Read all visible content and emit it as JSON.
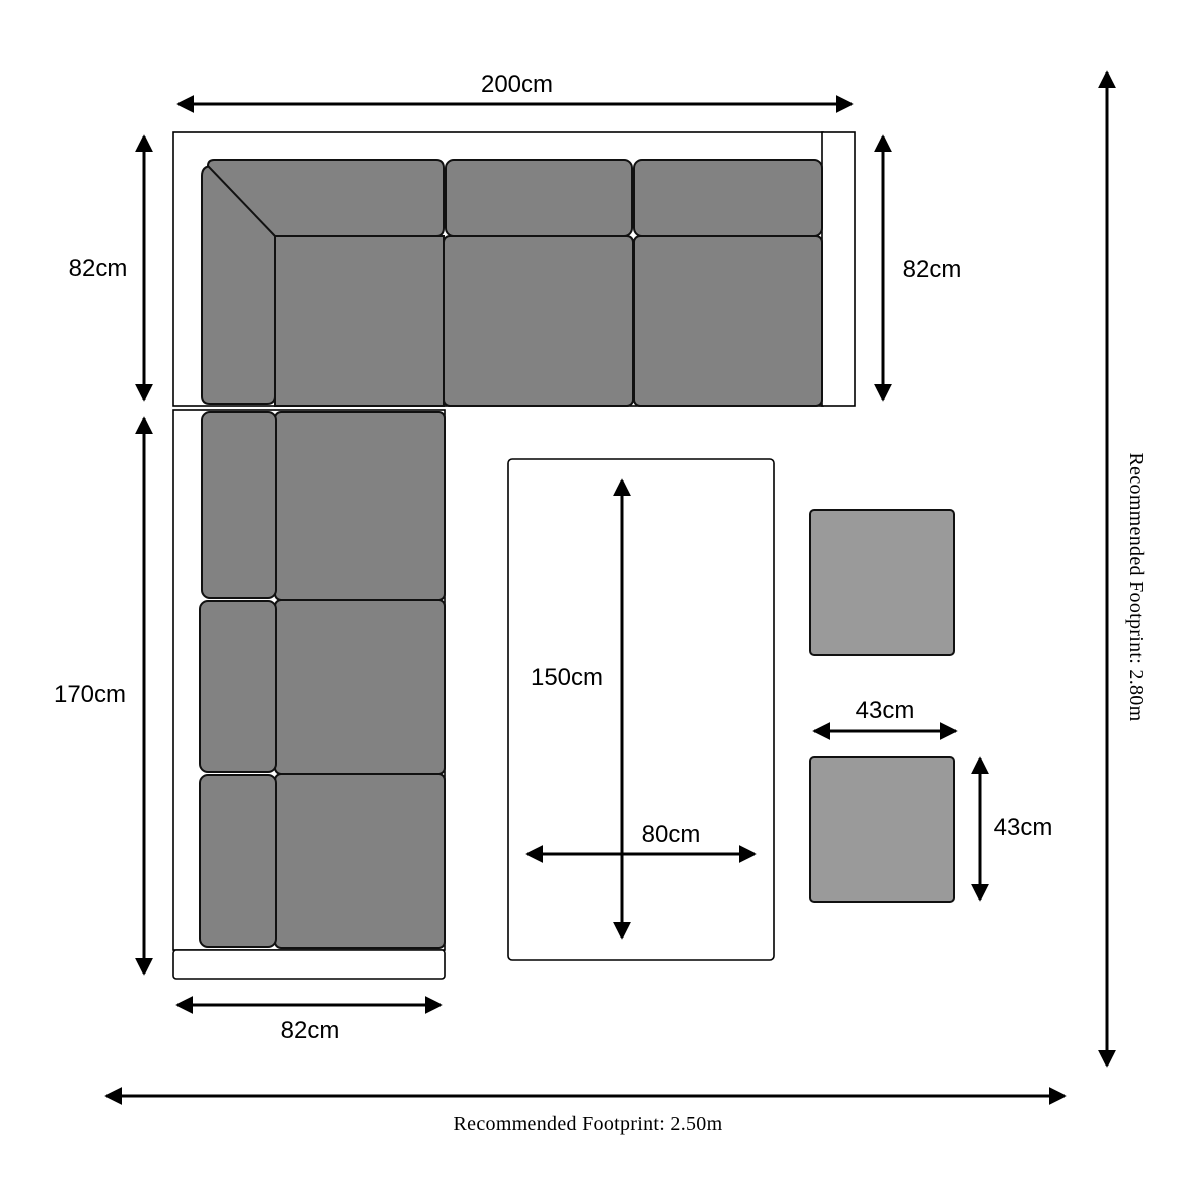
{
  "colors": {
    "cushion": "#828282",
    "stool": "#9a9a9a",
    "frame": "#ffffff",
    "line": "#000000"
  },
  "dimensions": {
    "top_width": "200cm",
    "top_depth_left": "82cm",
    "top_depth_right": "82cm",
    "side_length": "170cm",
    "side_width": "82cm",
    "table_length": "150cm",
    "table_width": "80cm",
    "stool_width": "43cm",
    "stool_depth": "43cm"
  },
  "footprint": {
    "width_label": "Recommended Footprint: 2.50m",
    "depth_label": "Recommended Footprint: 2.80m"
  }
}
